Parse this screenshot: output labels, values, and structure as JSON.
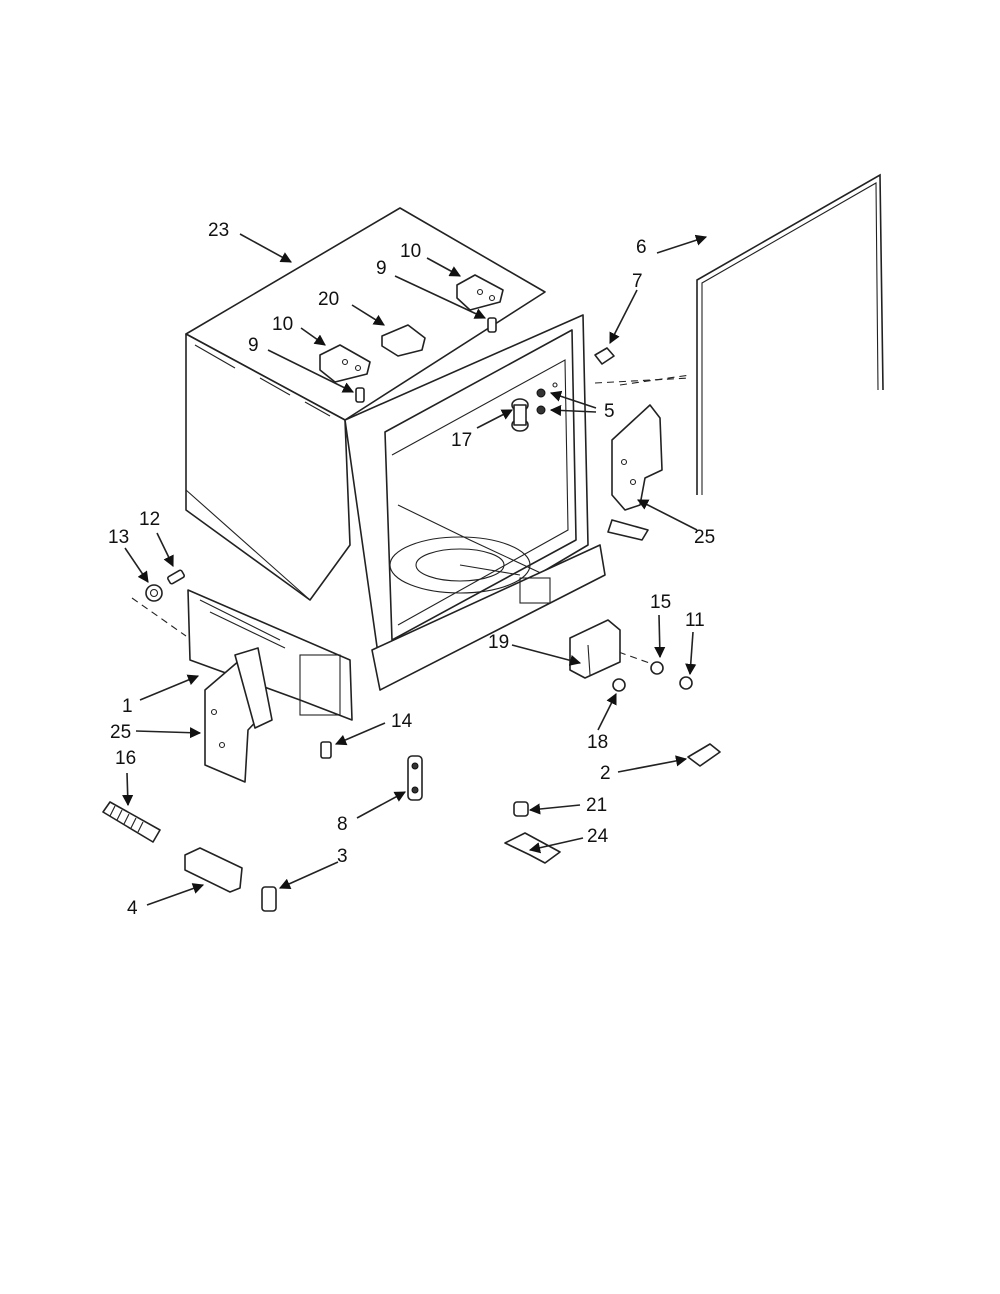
{
  "callouts": {
    "c23": "23",
    "c10a": "10",
    "c9a": "9",
    "c20": "20",
    "c10b": "10",
    "c9b": "9",
    "c6": "6",
    "c7": "7",
    "c5": "5",
    "c17": "17",
    "c25a": "25",
    "c13": "13",
    "c12": "12",
    "c1": "1",
    "c25b": "25",
    "c16": "16",
    "c14": "14",
    "c15": "15",
    "c11": "11",
    "c19": "19",
    "c18": "18",
    "c2": "2",
    "c8": "8",
    "c21": "21",
    "c24": "24",
    "c3": "3",
    "c4": "4"
  },
  "colors": {
    "line": "#222222",
    "background": "#ffffff"
  }
}
